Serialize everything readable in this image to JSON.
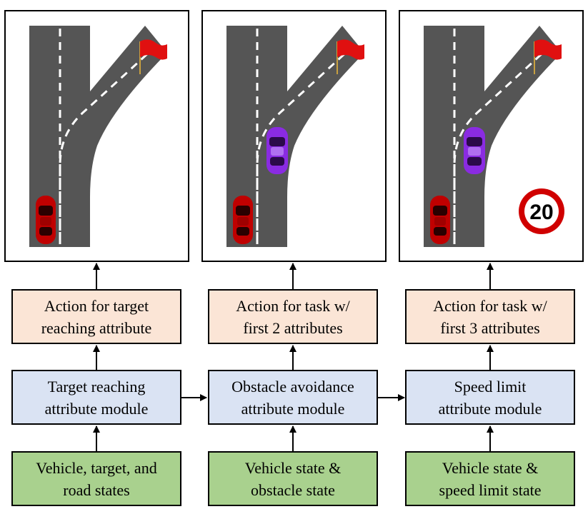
{
  "columns": [
    {
      "action": [
        "Action for target",
        "reaching attribute"
      ],
      "module": [
        "Target reaching",
        "attribute module"
      ],
      "input": [
        "Vehicle, target, and",
        "road states"
      ],
      "scene": {
        "obstacle_car": false,
        "speed_sign": false
      }
    },
    {
      "action": [
        "Action for task w/",
        "first 2 attributes"
      ],
      "module": [
        "Obstacle avoidance",
        "attribute module"
      ],
      "input": [
        "Vehicle state &",
        "obstacle state"
      ],
      "scene": {
        "obstacle_car": true,
        "speed_sign": false
      }
    },
    {
      "action": [
        "Action for task  w/",
        "first 3 attributes"
      ],
      "module": [
        "Speed limit",
        "attribute module"
      ],
      "input": [
        "Vehicle state &",
        "speed limit state"
      ],
      "scene": {
        "obstacle_car": true,
        "speed_sign": true
      }
    }
  ],
  "speed_sign_value": "20",
  "colors": {
    "action_fill": "#fbe5d6",
    "module_fill": "#dae3f3",
    "input_fill": "#a9d18e",
    "road": "#555555",
    "ego_car": "#c00000",
    "obstacle_car": "#8a2be2",
    "flag": "#e01010",
    "sign_ring": "#d00000"
  }
}
